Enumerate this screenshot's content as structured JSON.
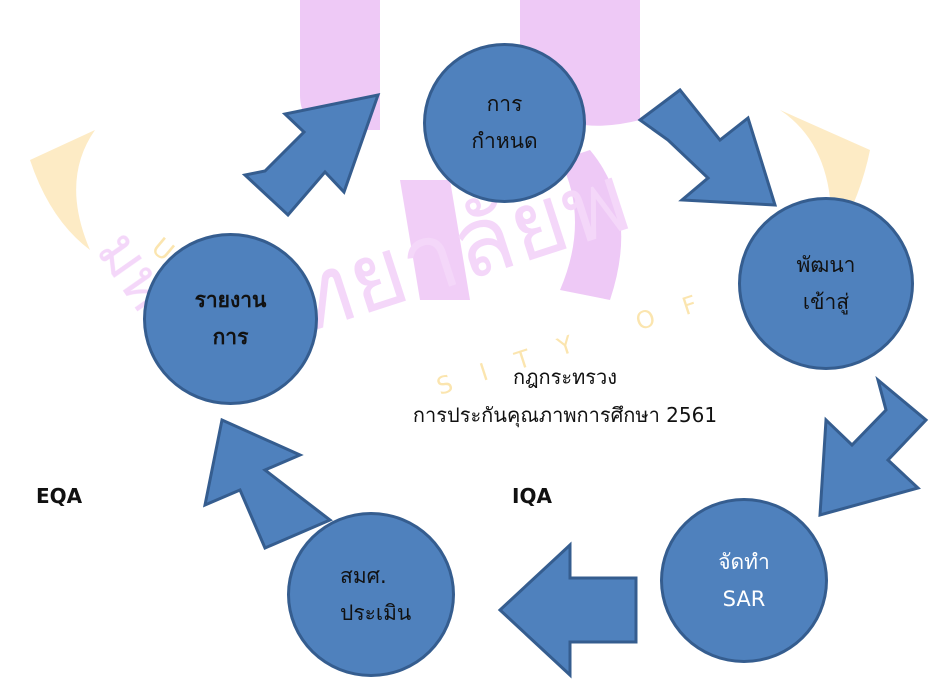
{
  "nodes": {
    "define": [
      "การ",
      "กำหนด"
    ],
    "develop": [
      "พัฒนา",
      "เข้าสู่"
    ],
    "sar": [
      "จัดทำ",
      "SAR"
    ],
    "evaluate": [
      "สมศ.",
      "ประเมิน"
    ],
    "report": [
      "รายงาน",
      "การ"
    ]
  },
  "center": {
    "line1": "กฎกระทรวง",
    "line2": "การประกันคุณภาพการศึกษา 2561"
  },
  "labels": {
    "eqa": "EQA",
    "iqa": "IQA"
  },
  "colors": {
    "node_fill": "#4f81bd",
    "node_stroke": "#355d8f",
    "watermark_purple": "#e9b8f2",
    "watermark_gold": "#fbe4a8"
  }
}
